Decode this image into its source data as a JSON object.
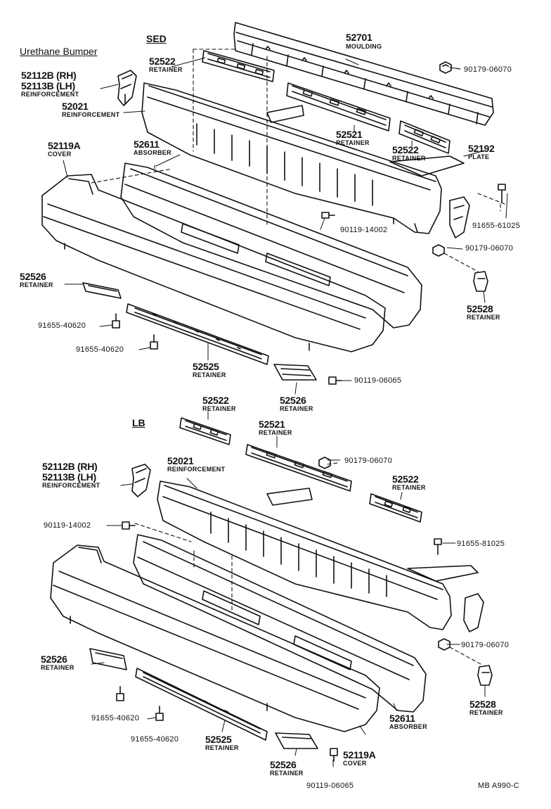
{
  "diagram": {
    "headers": {
      "urethane": "Urethane Bumper",
      "sed": "SED",
      "lb": "LB"
    },
    "footer_ref": "MB A990-C",
    "labels": [
      {
        "key": "s_52701",
        "text": "52701"
      },
      {
        "key": "s_moulding",
        "text": "MOULDING"
      },
      {
        "key": "s_52522a",
        "text": "52522"
      },
      {
        "key": "s_52522a_r",
        "text": "RETAINER"
      },
      {
        "key": "s_90179a",
        "text": "90179-06070"
      },
      {
        "key": "s_52112b",
        "text": "52112B (RH)"
      },
      {
        "key": "s_52113b",
        "text": "52113B (LH)"
      },
      {
        "key": "s_reinf1",
        "text": "REINFORCEMENT"
      },
      {
        "key": "s_52021",
        "text": "52021"
      },
      {
        "key": "s_reinf2",
        "text": "REINFORCEMENT"
      },
      {
        "key": "s_52521",
        "text": "52521"
      },
      {
        "key": "s_52521_r",
        "text": "RETAINER"
      },
      {
        "key": "s_52522b",
        "text": "52522"
      },
      {
        "key": "s_52522b_r",
        "text": "RETAINER"
      },
      {
        "key": "s_52192",
        "text": "52192"
      },
      {
        "key": "s_plate",
        "text": "PLATE"
      },
      {
        "key": "s_52119a",
        "text": "52119A"
      },
      {
        "key": "s_cover",
        "text": "COVER"
      },
      {
        "key": "s_52611",
        "text": "52611"
      },
      {
        "key": "s_absorber",
        "text": "ABSORBER"
      },
      {
        "key": "s_91655_61025",
        "text": "91655-61025"
      },
      {
        "key": "s_90119_14002",
        "text": "90119-14002"
      },
      {
        "key": "s_90179b",
        "text": "90179-06070"
      },
      {
        "key": "s_52526a",
        "text": "52526"
      },
      {
        "key": "s_52526a_r",
        "text": "RETAINER"
      },
      {
        "key": "s_91655_40620a",
        "text": "91655-40620"
      },
      {
        "key": "s_91655_40620b",
        "text": "91655-40620"
      },
      {
        "key": "s_52528",
        "text": "52528"
      },
      {
        "key": "s_52528_r",
        "text": "RETAINER"
      },
      {
        "key": "s_52525",
        "text": "52525"
      },
      {
        "key": "s_52525_r",
        "text": "RETAINER"
      },
      {
        "key": "s_90119_06065",
        "text": "90119-06065"
      },
      {
        "key": "s_52526b",
        "text": "52526"
      },
      {
        "key": "s_52526b_r",
        "text": "RETAINER"
      },
      {
        "key": "l_52522a",
        "text": "52522"
      },
      {
        "key": "l_52522a_r",
        "text": "RETAINER"
      },
      {
        "key": "l_52521",
        "text": "52521"
      },
      {
        "key": "l_52521_r",
        "text": "RETAINER"
      },
      {
        "key": "l_52021",
        "text": "52021"
      },
      {
        "key": "l_reinf2",
        "text": "REINFORCEMENT"
      },
      {
        "key": "l_90179a",
        "text": "90179-06070"
      },
      {
        "key": "l_52112b",
        "text": "52112B (RH)"
      },
      {
        "key": "l_52113b",
        "text": "52113B (LH)"
      },
      {
        "key": "l_reinf1",
        "text": "REINFORCEMENT"
      },
      {
        "key": "l_52522b",
        "text": "52522"
      },
      {
        "key": "l_52522b_r",
        "text": "RETAINER"
      },
      {
        "key": "l_90119_14002",
        "text": "90119-14002"
      },
      {
        "key": "l_91655_81025",
        "text": "91655-81025"
      },
      {
        "key": "l_90179b",
        "text": "90179-06070"
      },
      {
        "key": "l_52526a",
        "text": "52526"
      },
      {
        "key": "l_52526a_r",
        "text": "RETAINER"
      },
      {
        "key": "l_52528",
        "text": "52528"
      },
      {
        "key": "l_52528_r",
        "text": "RETAINER"
      },
      {
        "key": "l_91655_40620a",
        "text": "91655-40620"
      },
      {
        "key": "l_91655_40620b",
        "text": "91655-40620"
      },
      {
        "key": "l_52525",
        "text": "52525"
      },
      {
        "key": "l_52525_r",
        "text": "RETAINER"
      },
      {
        "key": "l_52611",
        "text": "52611"
      },
      {
        "key": "l_absorber",
        "text": "ABSORBER"
      },
      {
        "key": "l_52119a",
        "text": "52119A"
      },
      {
        "key": "l_cover",
        "text": "COVER"
      },
      {
        "key": "l_52526b",
        "text": "52526"
      },
      {
        "key": "l_52526b_r",
        "text": "RETAINER"
      },
      {
        "key": "l_90119_06065",
        "text": "90119-06065"
      }
    ]
  }
}
